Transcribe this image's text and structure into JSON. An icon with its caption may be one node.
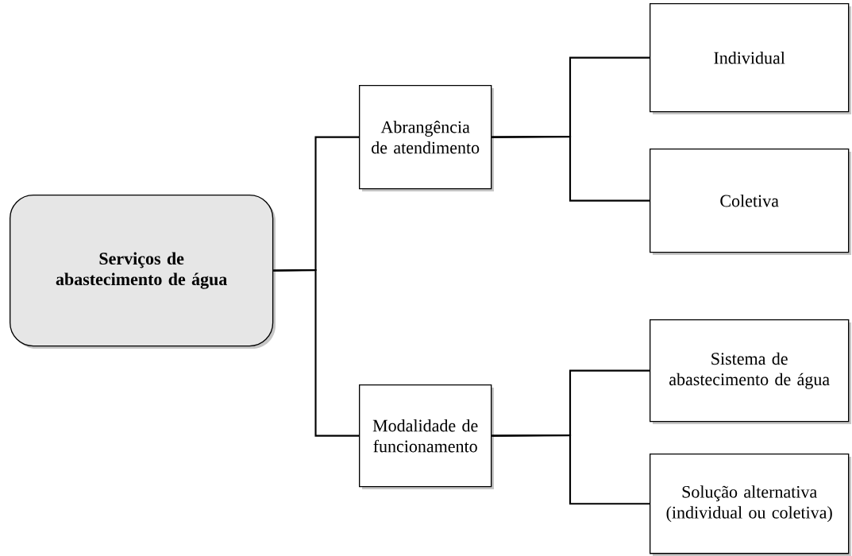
{
  "diagram": {
    "nodes": [
      {
        "text": [
          "Serviços de abastecimento de água"
        ]
      },
      {
        "text": [
          "Abrangência de atendimento"
        ]
      },
      {
        "text": [
          "Individual"
        ]
      },
      {
        "text": [
          "Coletiva"
        ]
      },
      {
        "text": [
          "Modalidade de funcionamento"
        ]
      },
      {
        "text": [
          "Sistema de abastecimento de água"
        ]
      },
      {
        "text": [
          "Solução alternativa (individual ou coletiva)"
        ]
      }
    ],
    "edges": [
      {
        "from": 0,
        "to": 1,
        "arrow": "none"
      },
      {
        "from": 0,
        "to": 4,
        "arrow": "none"
      },
      {
        "from": 1,
        "to": 2,
        "arrow": "none"
      },
      {
        "from": 1,
        "to": 3,
        "arrow": "none"
      },
      {
        "from": 4,
        "to": 5,
        "arrow": "none"
      },
      {
        "from": 4,
        "to": 6,
        "arrow": "none"
      }
    ]
  }
}
